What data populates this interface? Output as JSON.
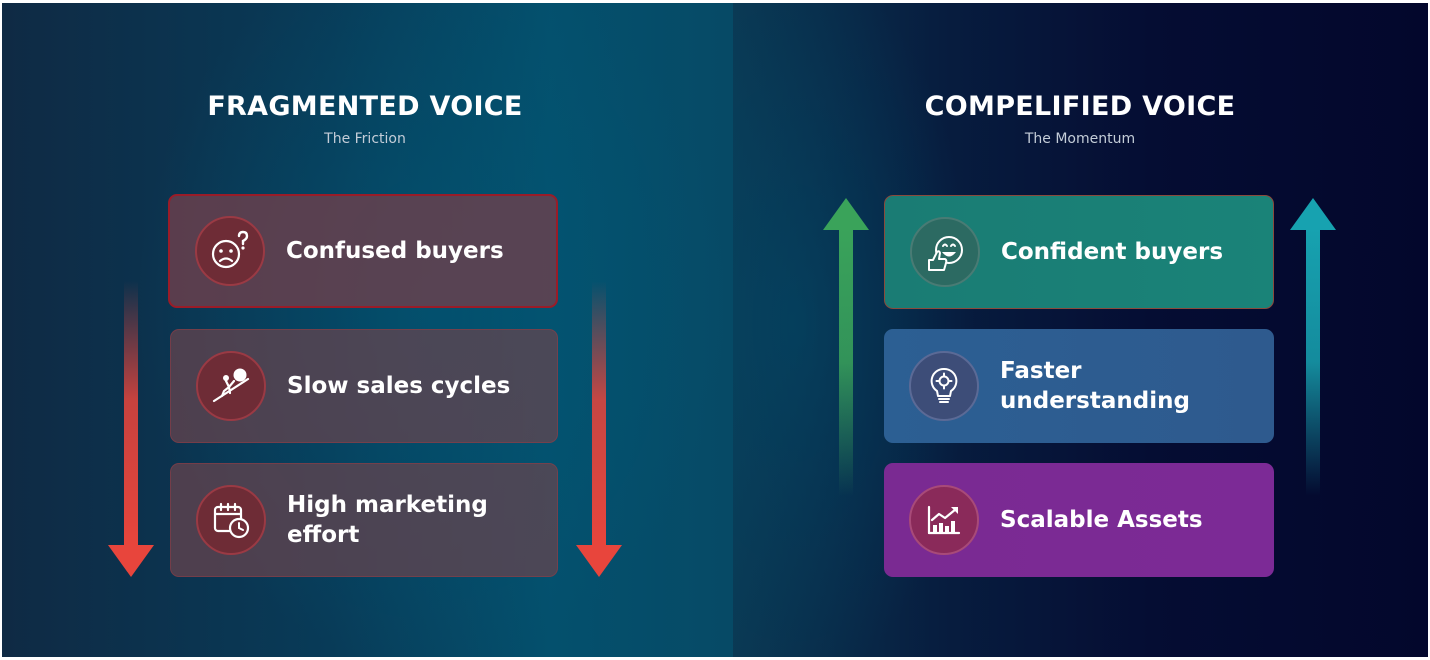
{
  "left": {
    "title": "FRAGMENTED VOICE",
    "subtitle": "The Friction",
    "items": [
      {
        "label": "Confused buyers",
        "icon": "confused-face-icon"
      },
      {
        "label": "Slow sales cycles",
        "icon": "uphill-push-icon"
      },
      {
        "label": "High marketing effort",
        "icon": "calendar-clock-icon"
      }
    ],
    "accent_color": "#e8453c"
  },
  "right": {
    "title": "COMPELIFIED VOICE",
    "subtitle": "The Momentum",
    "items": [
      {
        "label": "Confident buyers",
        "icon": "thumbs-up-smile-icon",
        "color": "#1a8075"
      },
      {
        "label": "Faster understanding",
        "icon": "lightbulb-gear-icon",
        "color": "#2d5c90"
      },
      {
        "label": "Scalable Assets",
        "icon": "growth-chart-icon",
        "color": "#7b2a94"
      }
    ],
    "arrow_colors": [
      "#3aa35a",
      "#17a2b0"
    ]
  }
}
